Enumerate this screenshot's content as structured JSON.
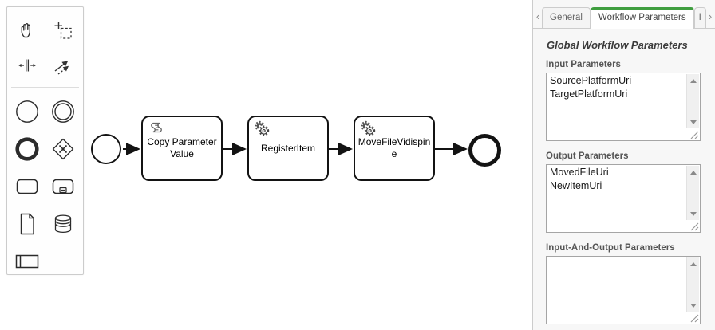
{
  "colors": {
    "accent_green": "#3f9e3f",
    "panel_bg": "#f7f7f7",
    "panel_border": "#cccccc",
    "shape_stroke": "#131313"
  },
  "palette": {
    "tools": [
      "hand-tool",
      "lasso-tool",
      "space-tool",
      "global-connect-tool",
      "create-start-event",
      "create-intermediate-event",
      "create-end-event",
      "create-gateway",
      "create-task",
      "create-subprocess",
      "create-data-object",
      "create-data-store",
      "create-participant"
    ]
  },
  "diagram": {
    "start_event": "start-event",
    "tasks": [
      {
        "label": "Copy Parameter Value",
        "icon": "script-task-icon"
      },
      {
        "label": "RegisterItem",
        "icon": "service-task-gear-icon"
      },
      {
        "label": "MoveFileVidispine",
        "icon": "service-task-gear-icon"
      }
    ],
    "end_event": "end-event"
  },
  "panel": {
    "tabs": {
      "scroll_left": "‹",
      "scroll_right": "›",
      "items": [
        {
          "label": "General",
          "active": false
        },
        {
          "label": "Workflow Parameters",
          "active": true
        },
        {
          "label": "I",
          "partial": true
        }
      ]
    },
    "heading": "Global Workflow Parameters",
    "sections": [
      {
        "label": "Input Parameters",
        "value": "SourcePlatformUri\nTargetPlatformUri"
      },
      {
        "label": "Output Parameters",
        "value": "MovedFileUri\nNewItemUri"
      },
      {
        "label": "Input-And-Output Parameters",
        "value": ""
      }
    ]
  }
}
